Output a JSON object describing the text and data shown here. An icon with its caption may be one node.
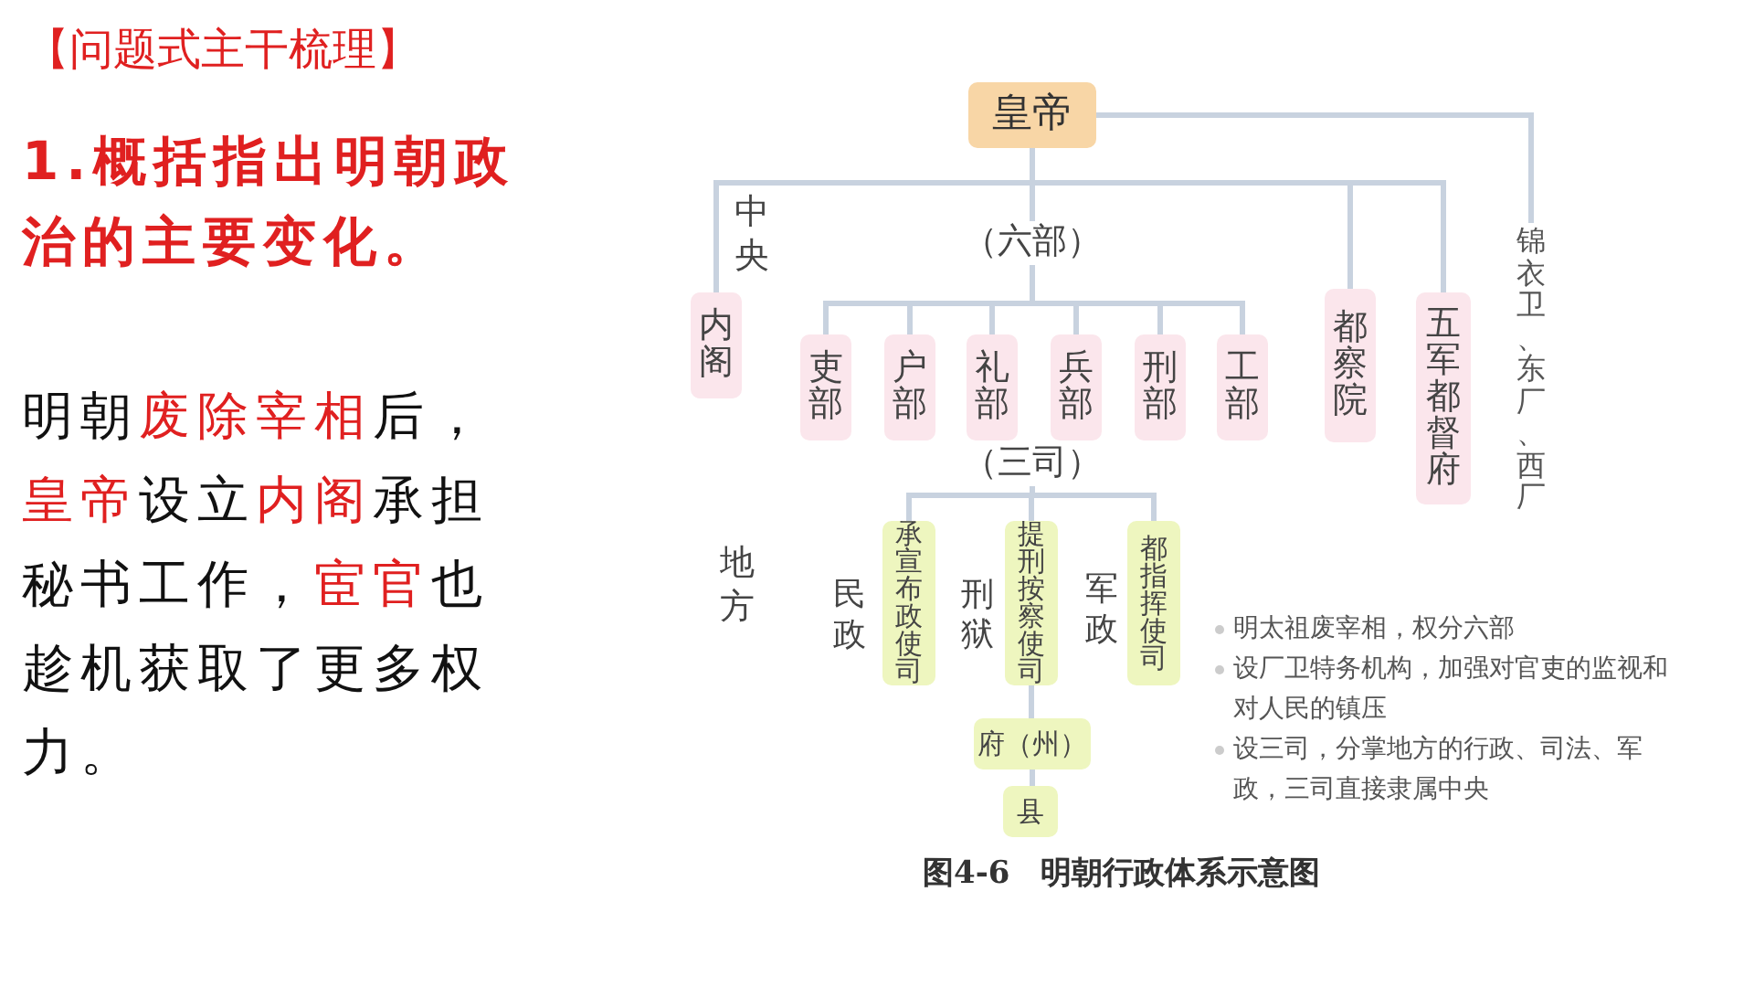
{
  "diagram": {
    "title": "【问题式主干梳理】",
    "caption": "图4-6　明朝行政体系示意图",
    "nodes": [
      {
        "text": [
          "皇帝"
        ]
      },
      {
        "text": [
          "（六部）"
        ]
      },
      {
        "text": [
          "内阁"
        ]
      },
      {
        "text": [
          "吏部"
        ]
      },
      {
        "text": [
          "户部"
        ]
      },
      {
        "text": [
          "礼部"
        ]
      },
      {
        "text": [
          "兵部"
        ]
      },
      {
        "text": [
          "刑部"
        ]
      },
      {
        "text": [
          "工部"
        ]
      },
      {
        "text": [
          "都察院"
        ]
      },
      {
        "text": [
          "五军都督府"
        ]
      },
      {
        "text": [
          "锦衣卫、东厂、西厂"
        ]
      },
      {
        "text": [
          "（三司）"
        ]
      },
      {
        "text": [
          "承宣布政使司"
        ]
      },
      {
        "text": [
          "提刑按察使司"
        ]
      },
      {
        "text": [
          "都指挥使司"
        ]
      },
      {
        "text": [
          "府（州）"
        ]
      },
      {
        "text": [
          "县"
        ]
      }
    ],
    "edges": [
      {
        "from": 0,
        "to": 2,
        "arrow": "none"
      },
      {
        "from": 0,
        "to": 1,
        "arrow": "none"
      },
      {
        "from": 0,
        "to": 9,
        "arrow": "none"
      },
      {
        "from": 0,
        "to": 10,
        "arrow": "none"
      },
      {
        "from": 0,
        "to": 11,
        "arrow": "none"
      },
      {
        "from": 1,
        "to": 3,
        "arrow": "none"
      },
      {
        "from": 1,
        "to": 4,
        "arrow": "none"
      },
      {
        "from": 1,
        "to": 5,
        "arrow": "none"
      },
      {
        "from": 1,
        "to": 6,
        "arrow": "none"
      },
      {
        "from": 1,
        "to": 7,
        "arrow": "none"
      },
      {
        "from": 1,
        "to": 8,
        "arrow": "none"
      },
      {
        "from": 12,
        "to": 13,
        "arrow": "none"
      },
      {
        "from": 12,
        "to": 14,
        "arrow": "none"
      },
      {
        "from": 12,
        "to": 15,
        "arrow": "none"
      },
      {
        "from": 14,
        "to": 16,
        "arrow": "none"
      },
      {
        "from": 16,
        "to": 17,
        "arrow": "none"
      }
    ],
    "labels": [
      "1.概括指出明朝政治的主要变化。",
      "明朝**废除宰相**后，**皇帝**设立**内阁**承担秘书工作，**宦官**也趁机获取了更多权力。",
      "中央",
      "地方",
      "民政",
      "刑狱",
      "军政",
      "明太祖废宰相，权分六部",
      "设厂卫特务机构，加强对官吏的监视和对人民的镇压",
      "设三司，分掌地方的行政、司法、军政，三司直接隶属中央"
    ]
  }
}
